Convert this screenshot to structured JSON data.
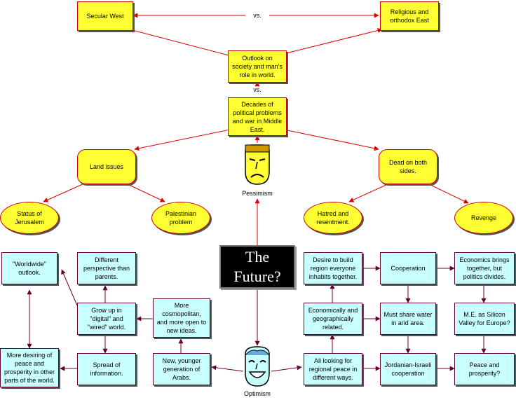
{
  "colors": {
    "yellow": "#ffff33",
    "cyan": "#c8ffff",
    "red_link": "#dd0000",
    "purple_link": "#660033"
  },
  "nodes": {
    "secular_west": "Secular West",
    "religious_east": "Religious and orthodox East",
    "vs_top": "vs.",
    "outlook": "Outlook on society and man's role in world.",
    "vs_mid": "vs.",
    "decades": "Decades of political problems and war in Middle East.",
    "land_issues": "Land issues",
    "dead_both": "Dead on both sides.",
    "status_jerusalem": "Status of Jerusalem",
    "palestinian_problem": "Palestinian problem",
    "hatred": "Hatred and resentment.",
    "revenge": "Revenge",
    "pessimism": "Pessimism",
    "future": "The Future?",
    "optimism": "Optimism",
    "worldwide": "\"Worldwide\" outlook.",
    "different_perspective": "Different perspective than parents.",
    "grow_up": "Grow up in \"digital\" and \"wired\" world.",
    "more_cosmopolitan": "More cosmopolitan, and more open to new ideas.",
    "more_desiring": "More desiring of peace and prosperity in other parts of the world.",
    "spread_info": "Spread of information.",
    "new_generation": "New, younger generation of Arabs.",
    "desire_build": "Desire to build region everyone inhabits together.",
    "cooperation": "Cooperation",
    "economics_brings": "Economics brings together, but politics divides.",
    "econ_geo": "Economically and geographically related.",
    "must_share": "Must share water in arid area.",
    "me_silicon": "M.E. as Silicon Valley for Europe?",
    "all_looking": "All looking for regional peace in different ways.",
    "jordanian": "Jordanian-Israeli cooperation",
    "peace_prosperity": "Peace and prosperity?"
  },
  "icons": {
    "pessimism_face": "frowning-face-icon",
    "optimism_face": "smiling-face-icon"
  }
}
